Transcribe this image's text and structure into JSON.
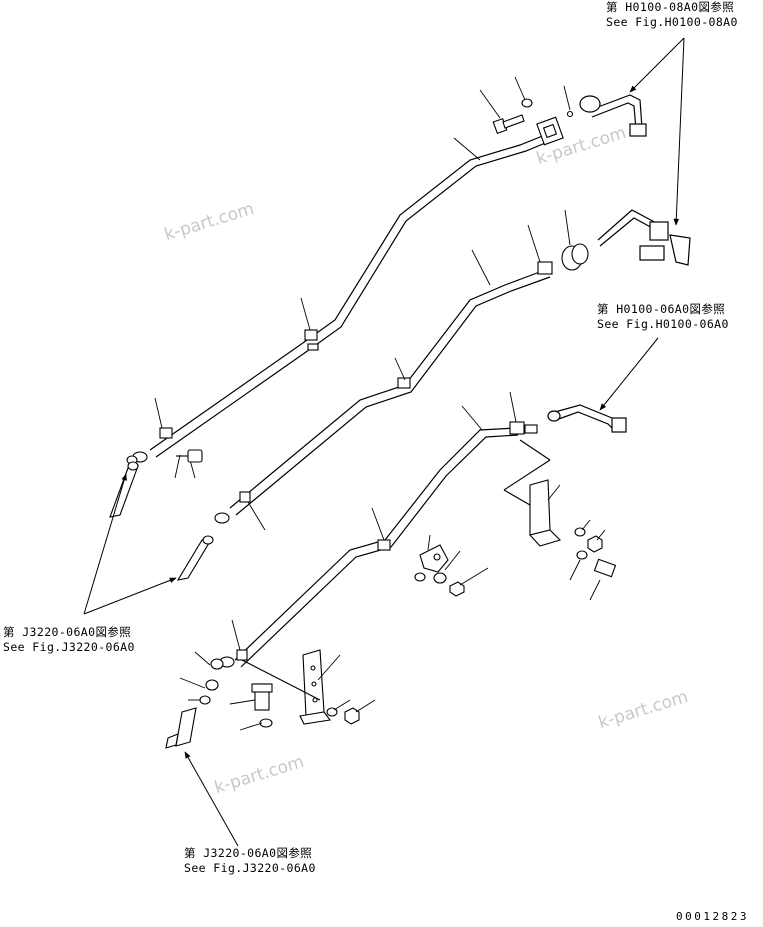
{
  "references": {
    "h0100_08a0": {
      "jp": "第 H0100-08A0図参照",
      "en": "See Fig.H0100-08A0"
    },
    "h0100_06a0": {
      "jp": "第 H0100-06A0図参照",
      "en": "See Fig.H0100-06A0"
    },
    "j3220_left": {
      "jp": "第 J3220-06A0図参照",
      "en": "See Fig.J3220-06A0"
    },
    "j3220_bottom": {
      "jp": "第 J3220-06A0図参照",
      "en": "See Fig.J3220-06A0"
    }
  },
  "watermark": "k-part.com",
  "drawing_code": "00012823",
  "colors": {
    "line": "#000000",
    "watermark": "#c8c8c8",
    "background": "#ffffff"
  }
}
